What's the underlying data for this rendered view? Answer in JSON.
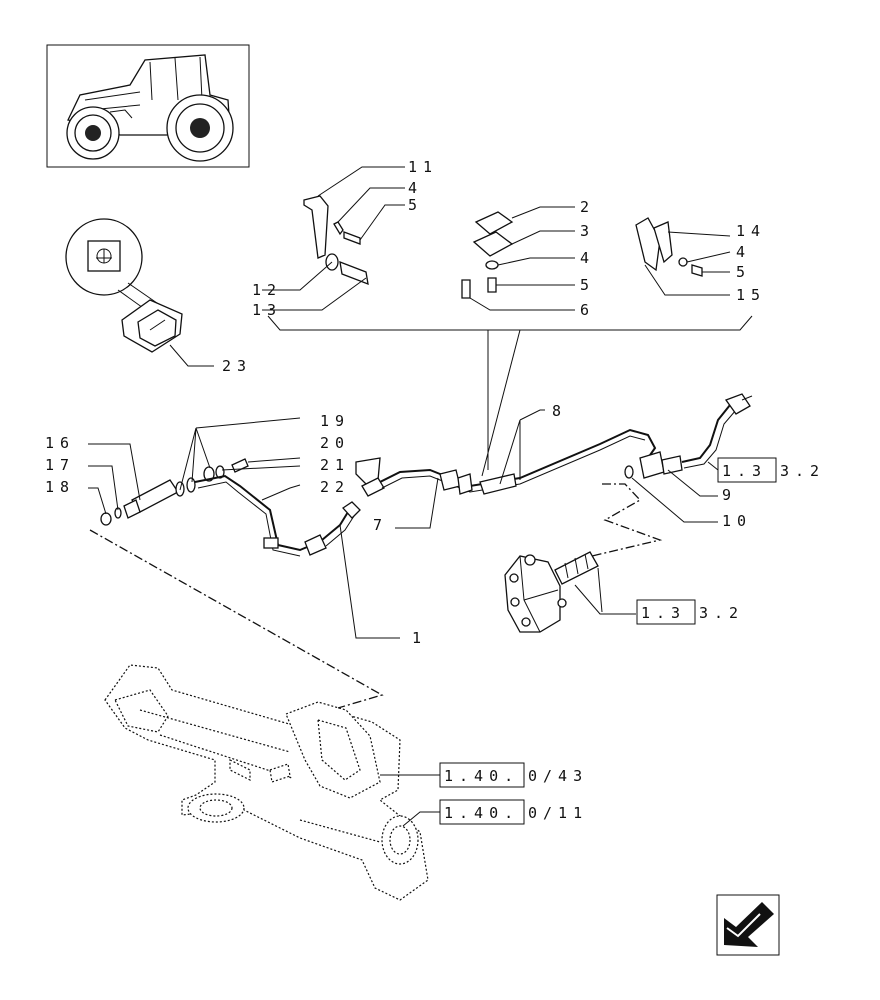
{
  "callouts": {
    "c1": "1",
    "c2": "2",
    "c3": "3",
    "c4a": "4",
    "c4b": "4",
    "c4c": "4",
    "c5a": "5",
    "c5b": "5",
    "c5c": "5",
    "c6": "6",
    "c7": "7",
    "c8": "8",
    "c9": "9",
    "c10": "10",
    "c11": "11",
    "c12": "12",
    "c13": "13",
    "c14": "14",
    "c15": "15",
    "c16": "16",
    "c17": "17",
    "c18": "18",
    "c19": "19",
    "c20": "20",
    "c21": "21",
    "c22": "22",
    "c23": "23"
  },
  "references": {
    "ref_133a_boxed": "1.3",
    "ref_133a_rest": "3.2",
    "ref_133b_boxed": "1.3",
    "ref_133b_rest": "3.2",
    "ref_140_43_boxed": "1.40.",
    "ref_140_43_rest": "0/43",
    "ref_140_11_boxed": "1.40.",
    "ref_140_11_rest": "0/11"
  },
  "icons": {
    "tractor": "tractor-thumbnail-icon",
    "switch_symbol": "diff-lock-symbol-icon",
    "nav": "previous-page-arrow-icon"
  }
}
